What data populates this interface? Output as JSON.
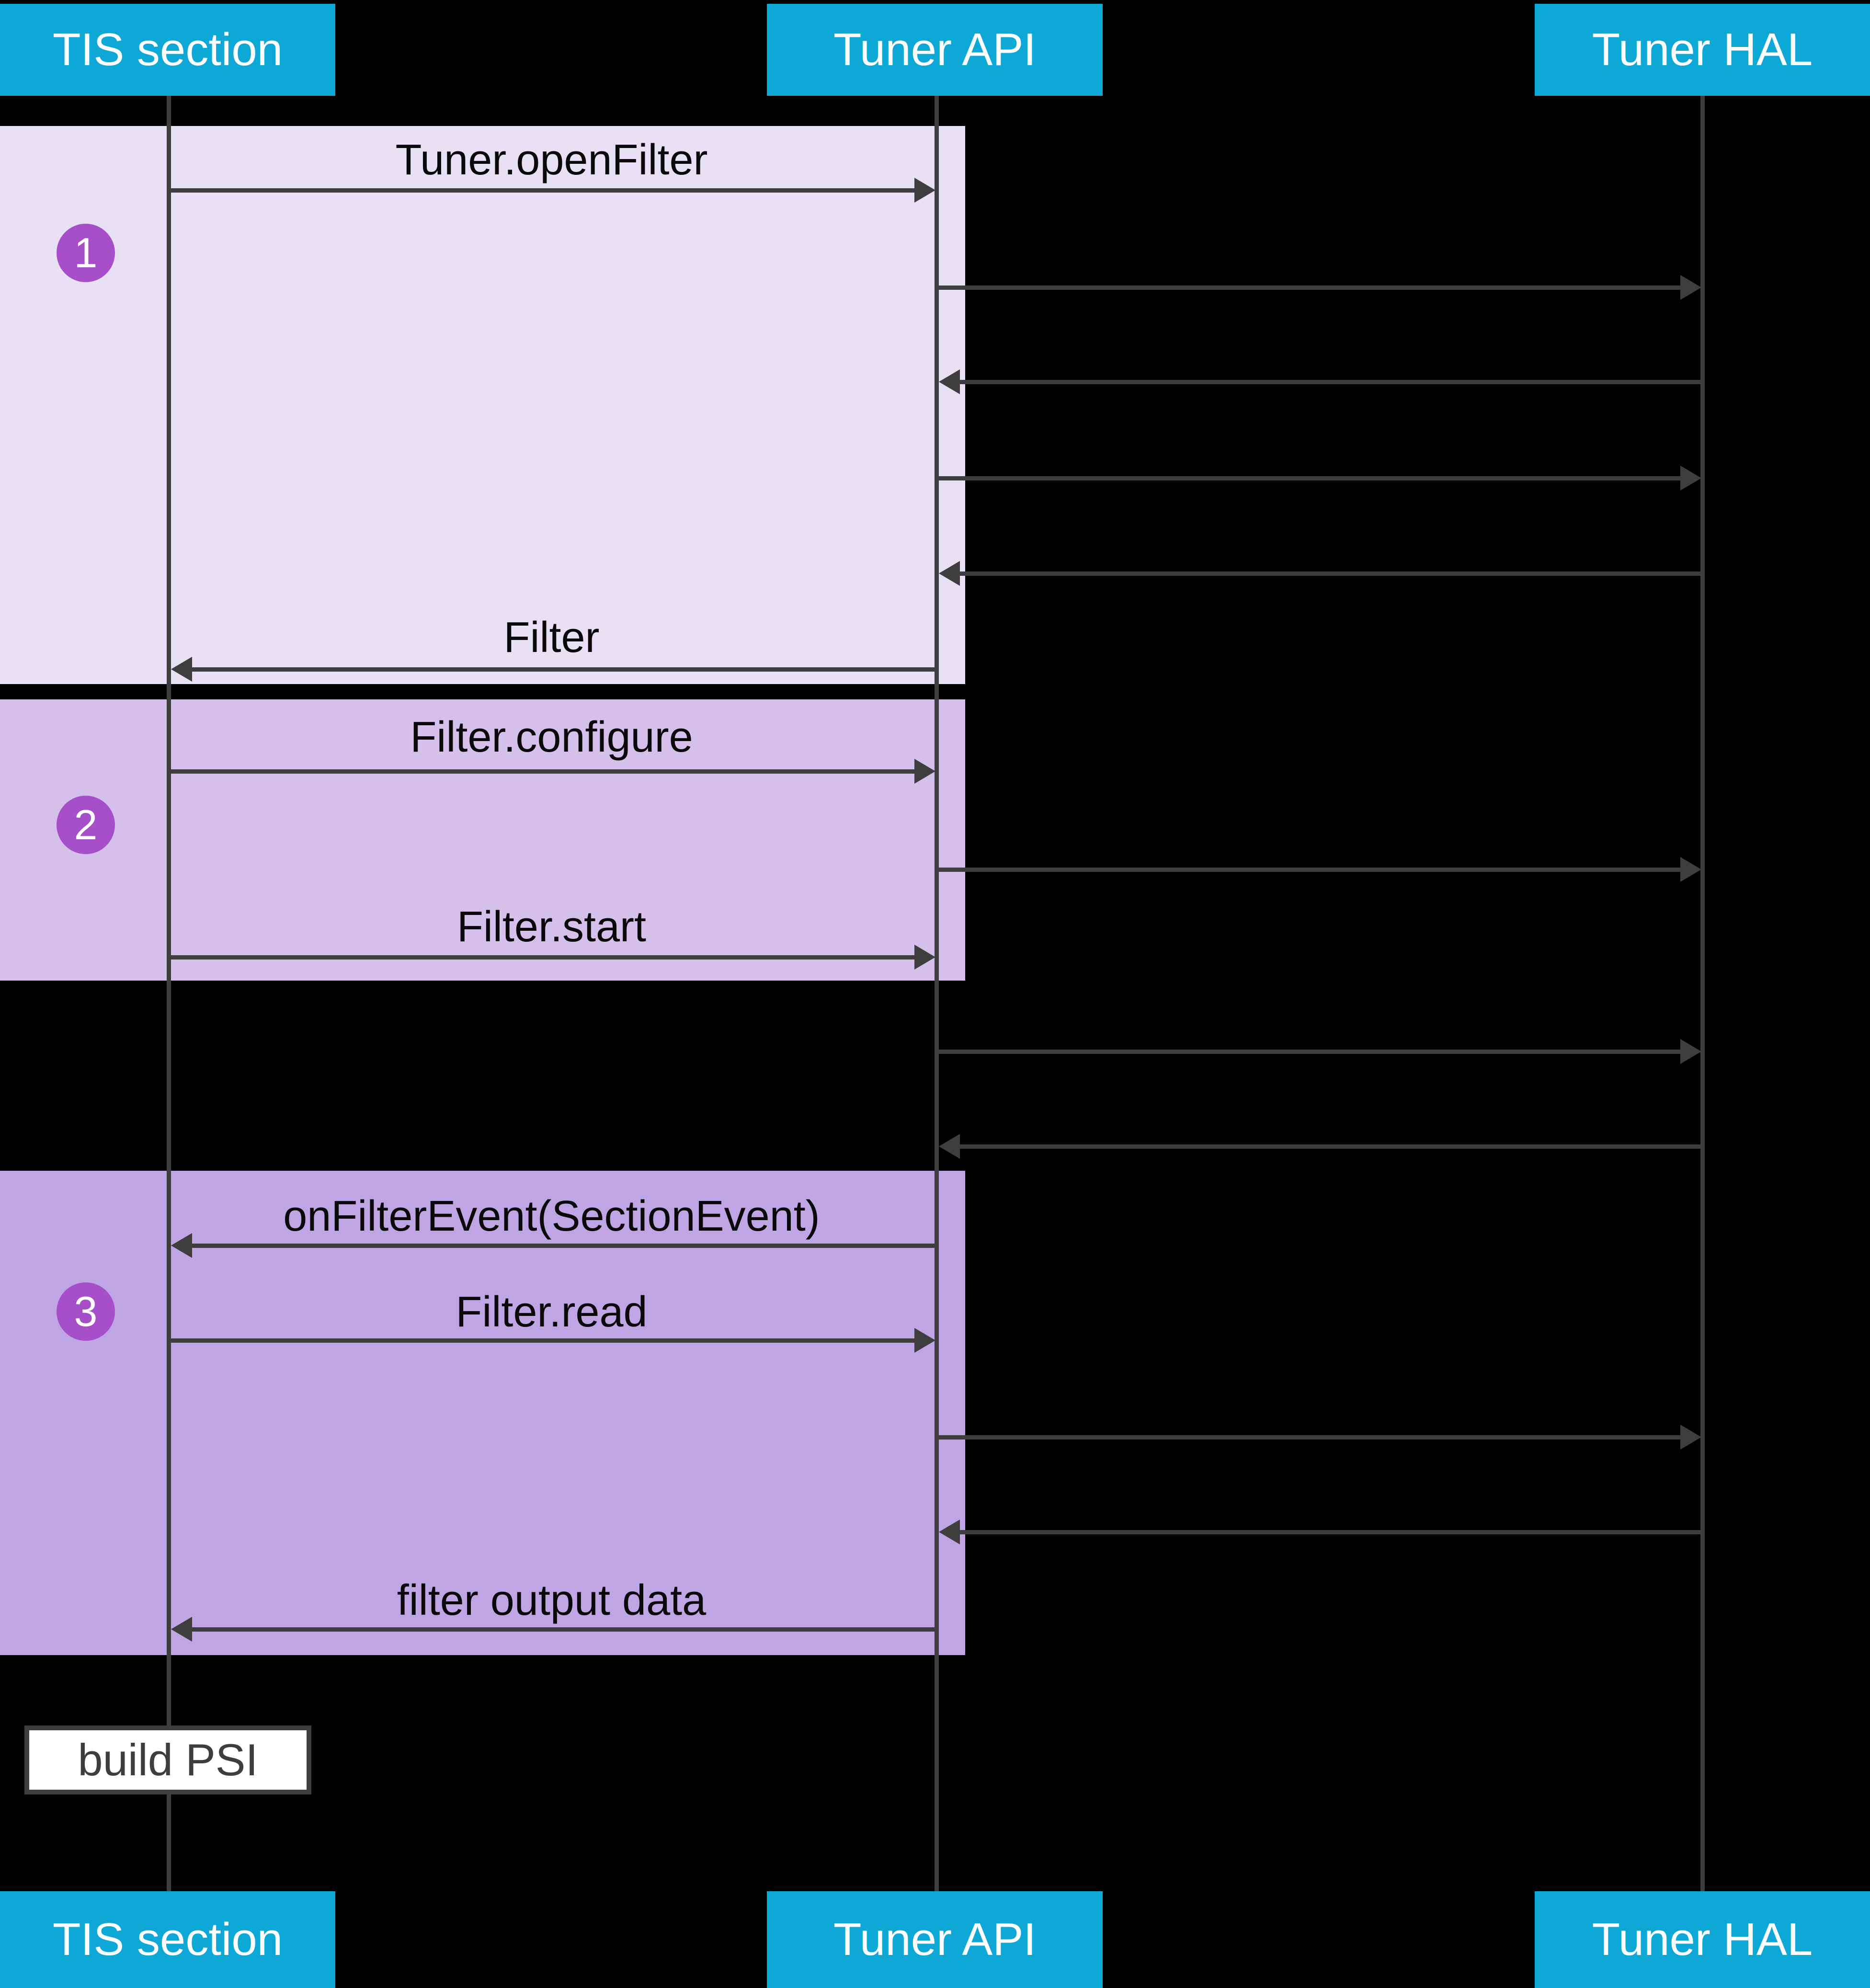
{
  "colors": {
    "background": "#000000",
    "cyan": "#0EA8D6",
    "box1": "#E8E1F6",
    "box2": "#D4C0EB",
    "box3": "#C0A5E5",
    "circle": "#A64FC9",
    "arrow": "#3E3E3E",
    "ink": "#0A0A0A",
    "note_bg": "#FFFFFF",
    "note_ink": "#3E3E3E"
  },
  "participants": [
    {
      "label": "TIS section"
    },
    {
      "label": "Tuner API"
    },
    {
      "label": "Tuner HAL"
    }
  ],
  "steps": [
    {
      "number": "1"
    },
    {
      "number": "2"
    },
    {
      "number": "3"
    }
  ],
  "messages": {
    "tuner_open_filter": "Tuner.openFilter",
    "filter_return": "Filter",
    "filter_configure": "Filter.configure",
    "filter_start": "Filter.start",
    "on_filter_event": "onFilterEvent(SectionEvent)",
    "filter_read": "Filter.read",
    "filter_output_data": "filter output data"
  },
  "note": {
    "label": "build PSI"
  }
}
